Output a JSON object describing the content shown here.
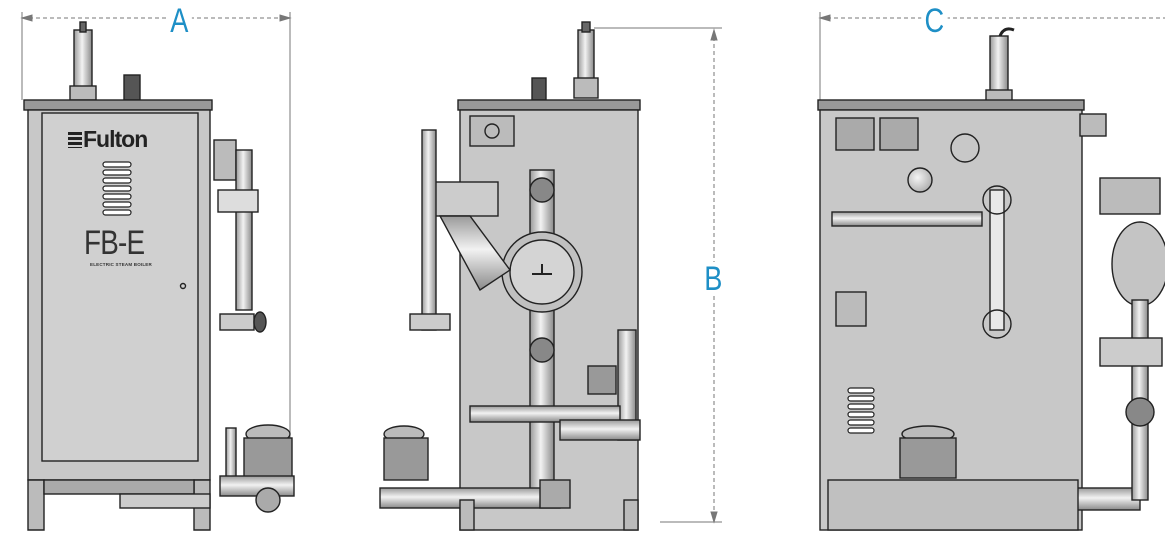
{
  "dimensions": {
    "width_label": "A",
    "height_label": "B",
    "depth_label": "C"
  },
  "front_panel": {
    "brand": "Fulton",
    "model": "FB-E",
    "subtitle": "ELECTRIC STEAM BOILER"
  },
  "colors": {
    "dimension_accent": "#1e8fc6",
    "cabinet_fill": "#c8c8c8",
    "outline": "#222222",
    "pipe_fill": "#d9d9d9"
  }
}
